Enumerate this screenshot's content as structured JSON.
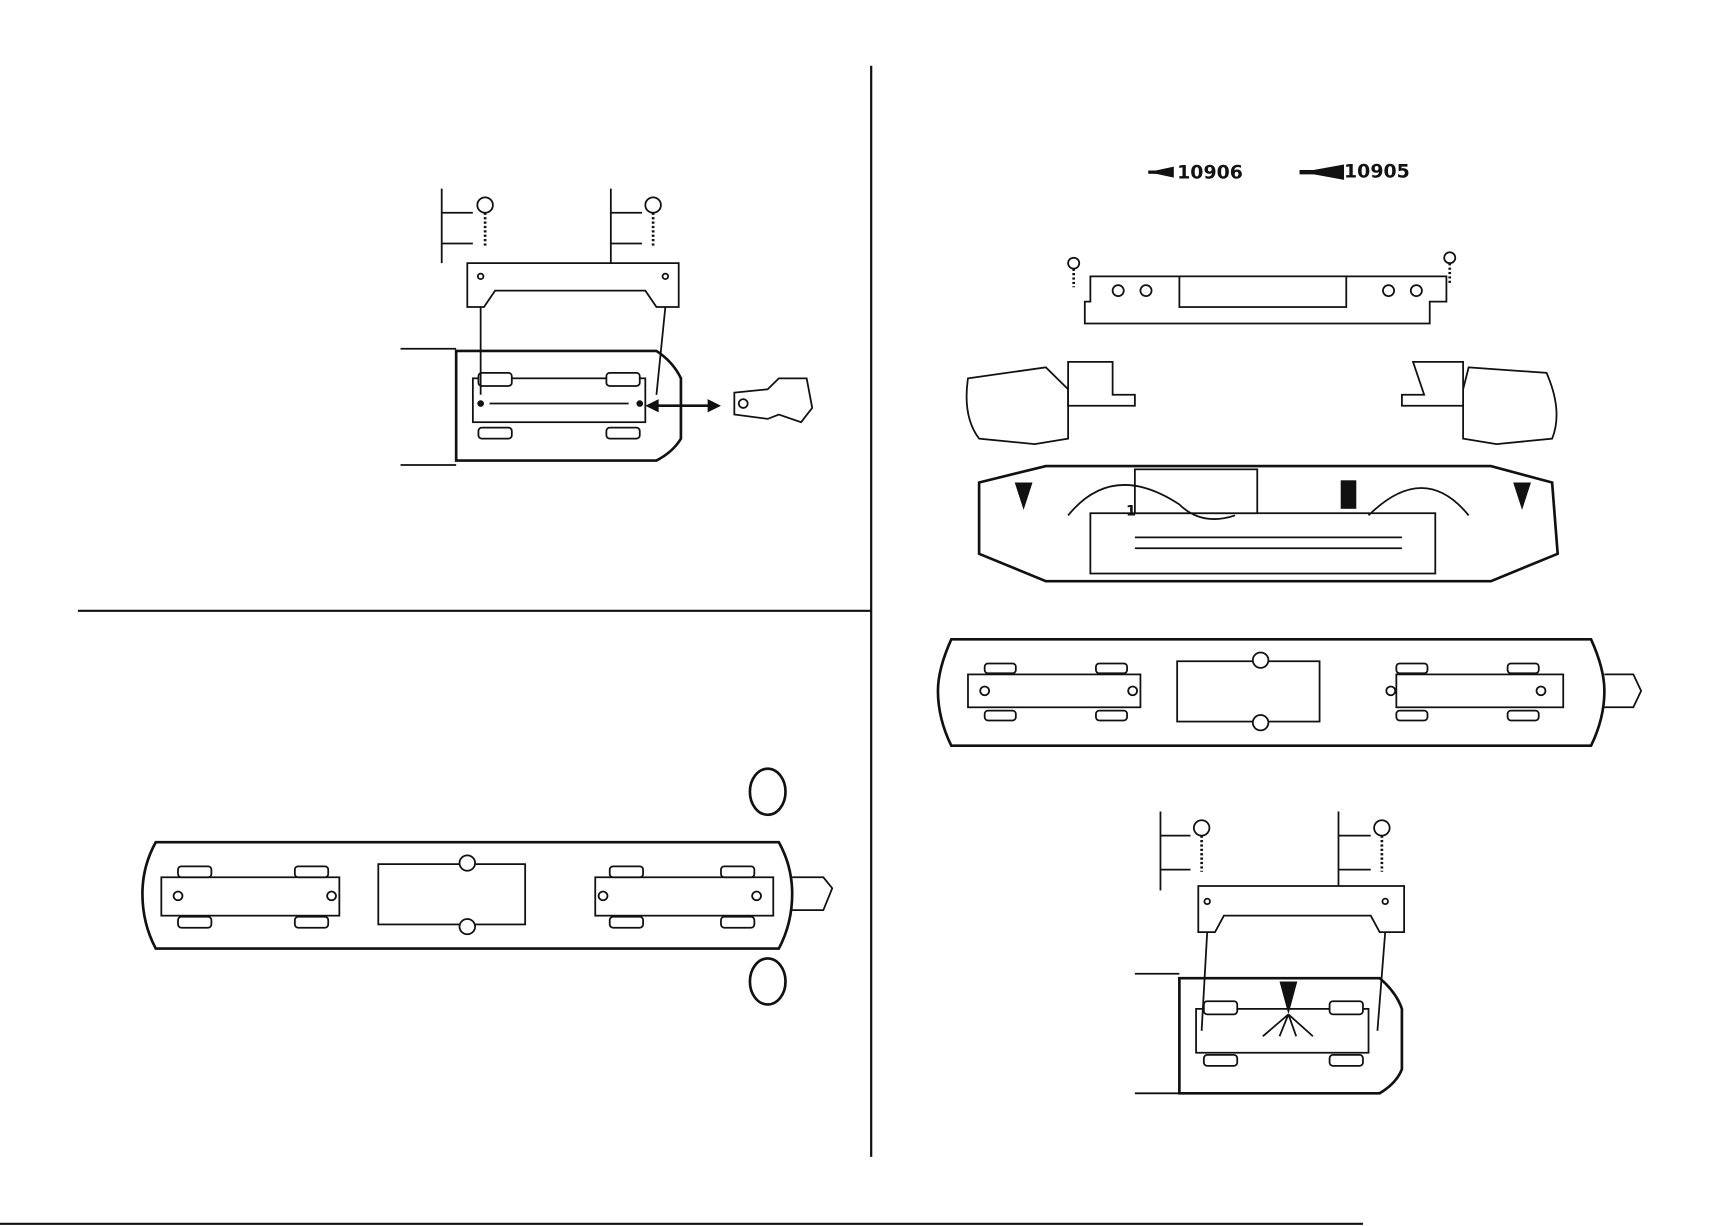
{
  "legend": {
    "small_arrow_part": "10906",
    "large_arrow_part": "10905"
  },
  "callouts": {
    "wire_number": "1"
  },
  "colors": {
    "ink": "#111111",
    "paper": "#ffffff"
  }
}
